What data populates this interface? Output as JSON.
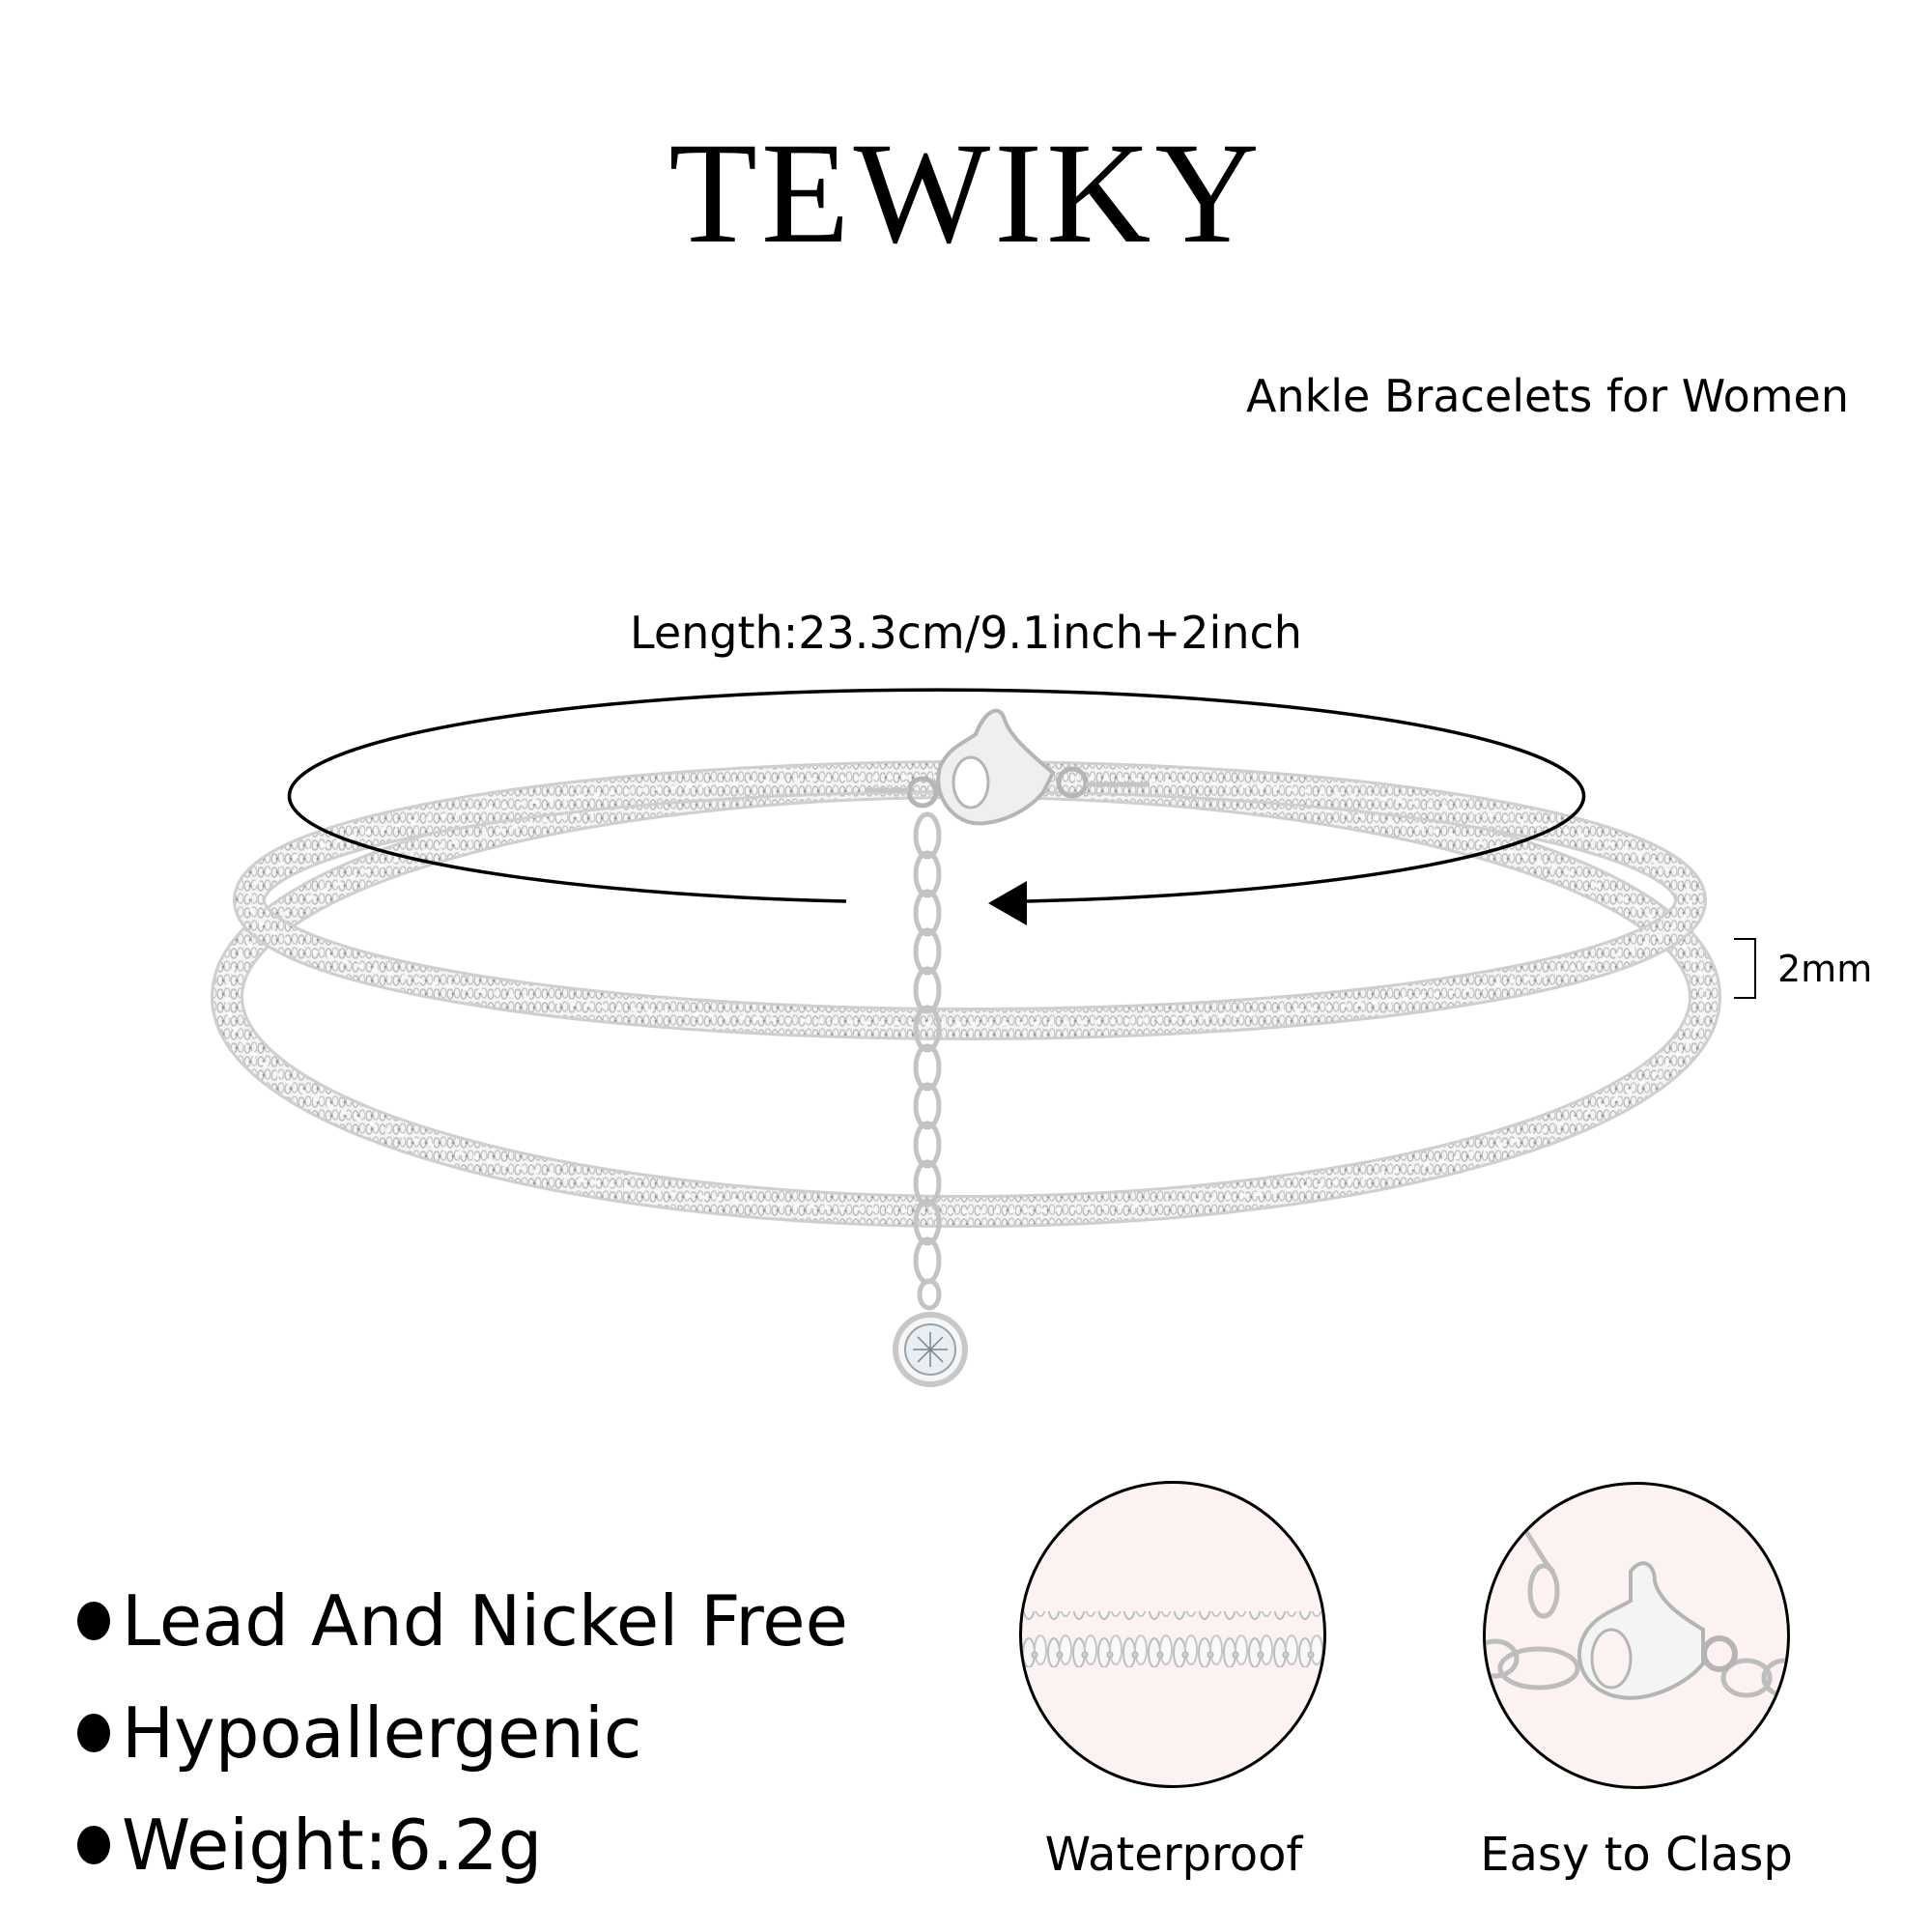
{
  "brand": {
    "name": "TEWIKY"
  },
  "product": {
    "subtitle": "Ankle Bracelets for Women"
  },
  "dimensions": {
    "length_label": "Length:23.3cm/9.1inch+2inch",
    "width_label": "2mm"
  },
  "features": [
    {
      "label": "Lead And Nickel Free"
    },
    {
      "label": "Hypoallergenic"
    },
    {
      "label": "Weight:6.2g"
    }
  ],
  "badges": [
    {
      "label": "Waterproof",
      "icon": "chain-closeup-icon"
    },
    {
      "label": "Easy to Clasp",
      "icon": "lobster-clasp-closeup-icon"
    }
  ],
  "colors": {
    "text": "#000000",
    "chain_silver": "#d4d4d4",
    "badge_fill": "#fdf2f2",
    "background": "#ffffff"
  }
}
